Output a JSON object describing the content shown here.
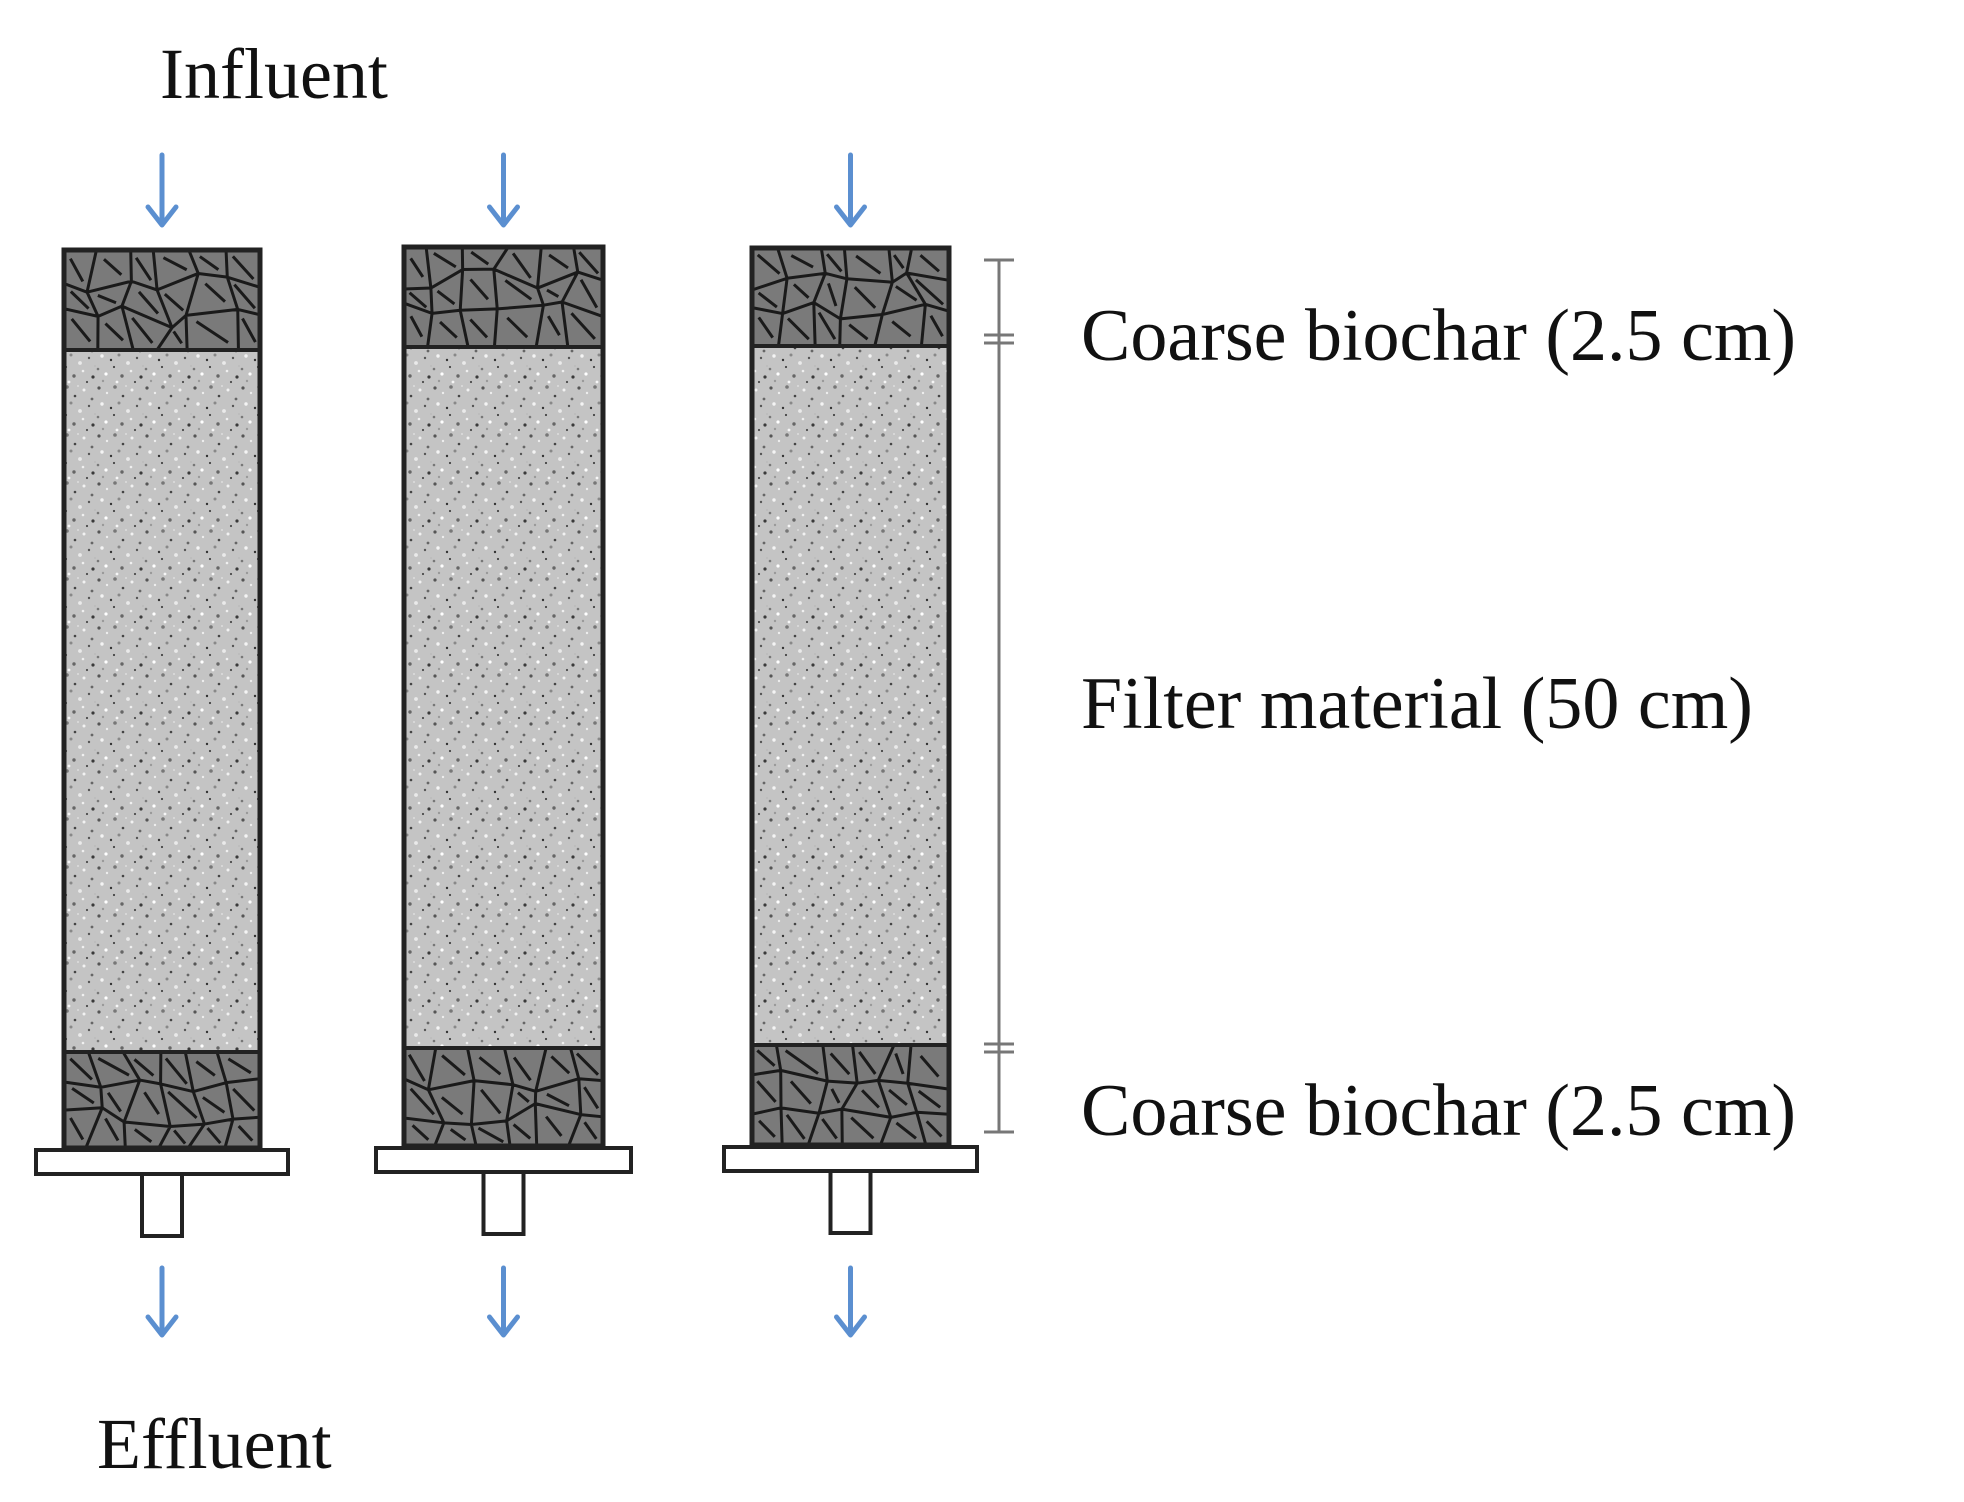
{
  "labels": {
    "influent": "Influent",
    "effluent": "Effluent",
    "top_layer": "Coarse biochar (2.5 cm)",
    "middle_layer": "Filter material (50 cm)",
    "bottom_layer": "Coarse biochar (2.5 cm)"
  },
  "columns": [
    {
      "id": "column-1"
    },
    {
      "id": "column-2"
    },
    {
      "id": "column-3"
    }
  ],
  "colors": {
    "flow_arrow": "#5b8fd0",
    "column_outline": "#222222",
    "biochar_fill": "#7a7a7a",
    "biochar_lines": "#1a1a1a",
    "filter_base": "#c4c4c4",
    "dimension_line": "#777777"
  },
  "icons": {
    "flow": "down-arrow-icon"
  }
}
